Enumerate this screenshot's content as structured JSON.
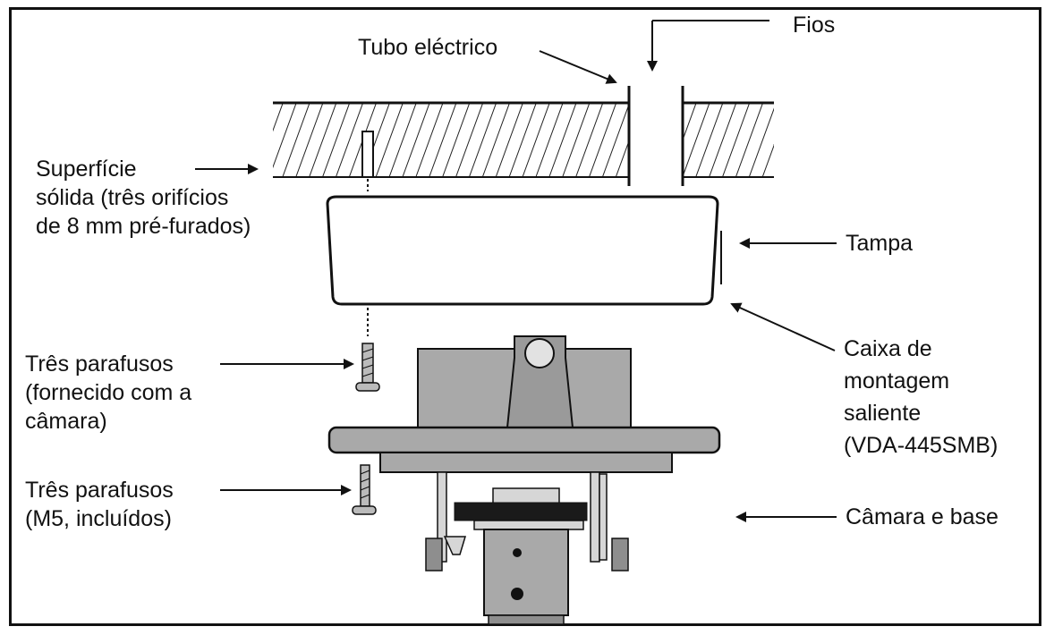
{
  "labels": {
    "fios": "Fios",
    "tubo": "Tubo eléctrico",
    "superficie": [
      "Superfície",
      "sólida (três orifícios",
      "de 8 mm pré-furados)"
    ],
    "tampa": "Tampa",
    "caixa": [
      "Caixa de",
      "montagem",
      "saliente",
      "(VDA-445SMB)"
    ],
    "parafusos_1": [
      "Três parafusos",
      "(fornecido com a",
      "câmara)"
    ],
    "parafusos_2": [
      "Três parafusos",
      "(M5, incluídos)"
    ],
    "camara": "Câmara e base"
  },
  "colors": {
    "line": "#111111",
    "hatch": "#222222",
    "metal": "#a9a9a9",
    "metal_dark": "#8e8e8e",
    "light": "#d6d6d6",
    "black_part": "#1a1a1a"
  }
}
